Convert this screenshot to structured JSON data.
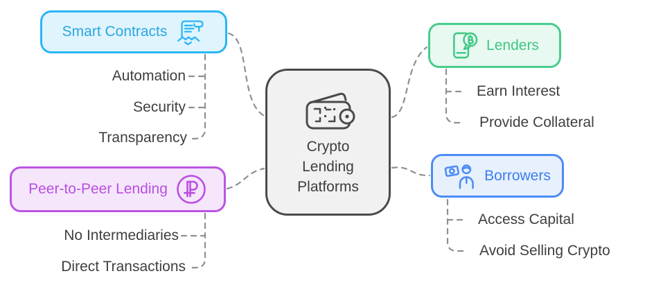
{
  "title": "Crypto Lending Platforms mind map",
  "colors": {
    "smart_contracts": "#29b6f6",
    "peer_to_peer": "#bc55e3",
    "lenders": "#47cd8d",
    "borrowers": "#4c8bf5",
    "center_border": "#4a4a4a",
    "center_fill": "#f1f1f2",
    "connector": "#8f8f8f",
    "leaf_text": "#3f3f3f"
  },
  "center": {
    "label": "Crypto Lending Platforms",
    "line1": "Crypto",
    "line2": "Lending",
    "line3": "Platforms",
    "icon": "wallet-icon"
  },
  "branches": {
    "smart_contracts": {
      "label": "Smart Contracts",
      "icon": "contract-handshake-icon"
    },
    "peer_to_peer": {
      "label": "Peer-to-Peer Lending",
      "icon": "ruble-coin-icon"
    },
    "lenders": {
      "label": "Lenders",
      "icon": "phone-bitcoin-icon"
    },
    "borrowers": {
      "label": "Borrowers",
      "icon": "borrower-money-icon"
    }
  },
  "leaves": {
    "automation": "Automation",
    "security": "Security",
    "transparency": "Transparency",
    "no_intermediaries": "No Intermediaries",
    "direct_transactions": "Direct Transactions",
    "earn_interest": "Earn Interest",
    "provide_collateral": "Provide Collateral",
    "access_capital": "Access Capital",
    "avoid_selling_crypto": "Avoid Selling Crypto"
  }
}
